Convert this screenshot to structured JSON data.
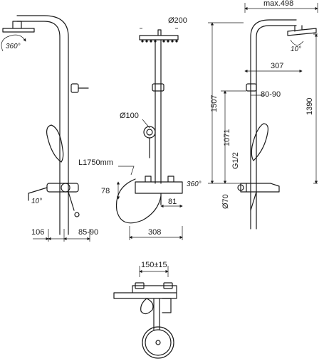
{
  "labels": {
    "max_width": "max.498",
    "swivel_head": "360°",
    "swivel_spout": "360°",
    "head_diameter": "Ø200",
    "hand_diameter": "Ø100",
    "hose_length": "L1750mm",
    "height_1507": "1507",
    "height_1390": "1390",
    "height_1071": "1071",
    "reach_307": "307",
    "rail_80_90": "80-90",
    "tilt_head": "10°",
    "tilt_spout": "10°",
    "thread": "G1/2",
    "outlet_diameter": "Ø70",
    "dim_106": "106",
    "dim_85_90": "85-90",
    "dim_308": "308",
    "dim_78": "78",
    "dim_81": "81",
    "centres": "150±15"
  }
}
